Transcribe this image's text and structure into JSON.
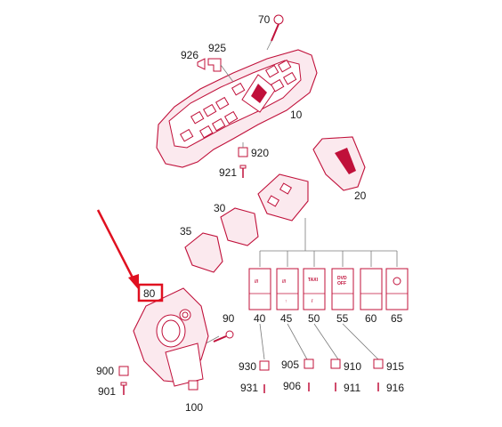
{
  "diagram": {
    "callouts": {
      "p70": "70",
      "p926": "926",
      "p925": "925",
      "p10": "10",
      "p920": "920",
      "p921": "921",
      "p20": "20",
      "p30": "30",
      "p35": "35",
      "p80": "80",
      "p90": "90",
      "p900": "900",
      "p901": "901",
      "p100": "100",
      "p40": "40",
      "p45": "45",
      "p50": "50",
      "p55": "55",
      "p60": "60",
      "p65": "65",
      "p930": "930",
      "p931": "931",
      "p905": "905",
      "p906": "906",
      "p910": "910",
      "p911": "911",
      "p915": "915",
      "p916": "916"
    },
    "switch_legends": {
      "sw50": "TAXI",
      "sw55a": "DVD",
      "sw55b": "OFF"
    },
    "highlight_color": "#e01020",
    "line_color": "#c0103a"
  }
}
